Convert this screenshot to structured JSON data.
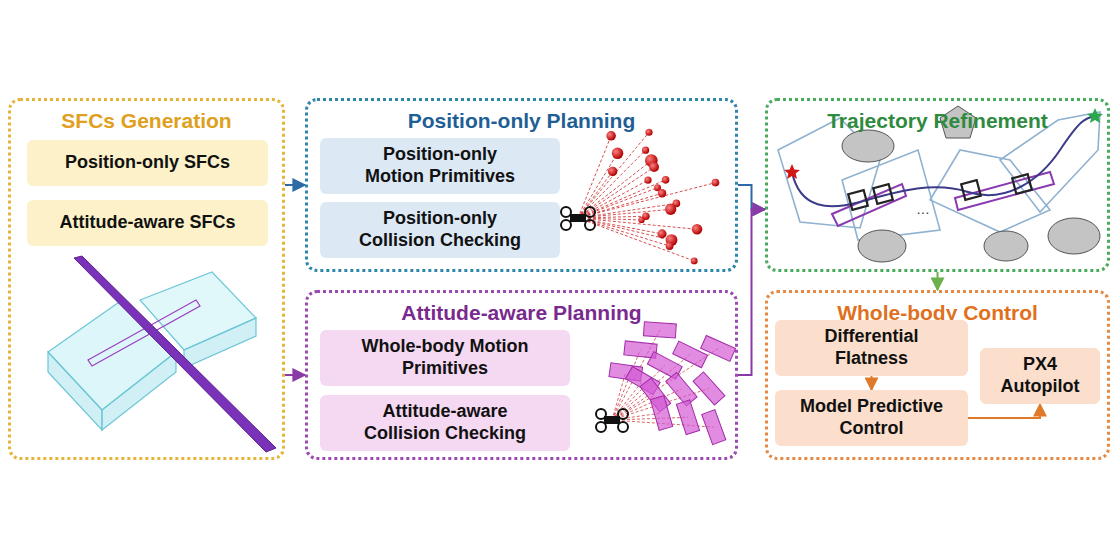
{
  "diagram": {
    "nodes": [
      {
        "text": [
          "SFCs Generation"
        ]
      },
      {
        "text": [
          "Position-only SFCs"
        ],
        "in": 0
      },
      {
        "text": [
          "Attitude-aware SFCs"
        ],
        "in": 0
      },
      {
        "text": [
          "Position-only Planning"
        ]
      },
      {
        "text": [
          "Position-only Motion Primitives"
        ],
        "in": 3
      },
      {
        "text": [
          "Position-only Collision Checking"
        ],
        "in": 3
      },
      {
        "text": [
          "Attitude-aware Planning"
        ]
      },
      {
        "text": [
          "Whole-body Motion Primitives"
        ],
        "in": 6
      },
      {
        "text": [
          "Attitude-aware Collision Checking"
        ],
        "in": 6
      },
      {
        "text": [
          "Trajectory Refinement"
        ]
      },
      {
        "text": [
          "Whole-body Control"
        ]
      },
      {
        "text": [
          "Differential Flatness"
        ],
        "in": 10
      },
      {
        "text": [
          "Model Predictive Control"
        ],
        "in": 10
      },
      {
        "text": [
          "PX4 Autopilot"
        ],
        "in": 10
      }
    ],
    "edges": [
      {
        "from": 0,
        "to": 3,
        "arrow": "to"
      },
      {
        "from": 0,
        "to": 6,
        "arrow": "to"
      },
      {
        "from": 3,
        "to": 9,
        "arrow": "to"
      },
      {
        "from": 6,
        "to": 9,
        "arrow": "to"
      },
      {
        "from": 9,
        "to": 10,
        "arrow": "to"
      },
      {
        "from": 11,
        "to": 12,
        "arrow": "to"
      },
      {
        "from": 12,
        "to": 13,
        "arrow": "to"
      }
    ]
  }
}
